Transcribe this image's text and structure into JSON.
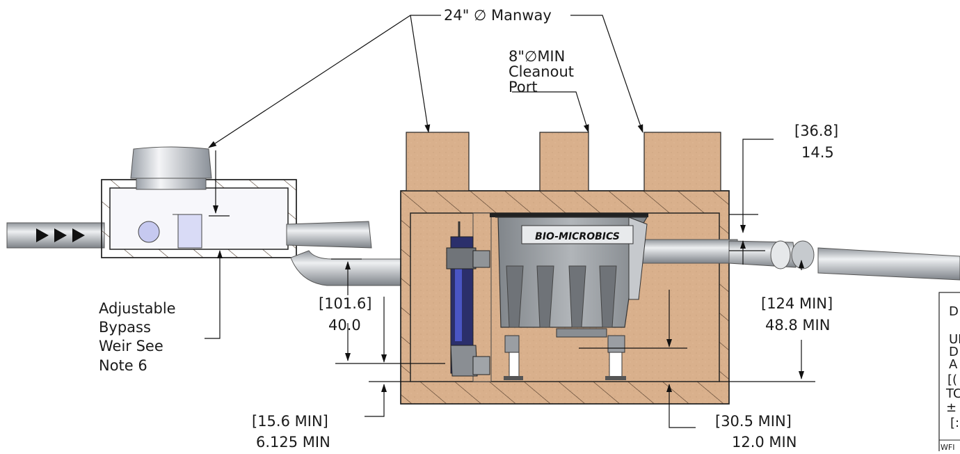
{
  "labels": {
    "manway": "24\" ∅ Manway",
    "cleanout_line1": "8\"∅MIN",
    "cleanout_line2": "Cleanout",
    "cleanout_line3": "Port",
    "bypass_line1": "Adjustable",
    "bypass_line2": "Bypass",
    "bypass_line3": "Weir See",
    "bypass_line4": "Note 6",
    "logo": "BIO-MICROBICS"
  },
  "dimensions": {
    "d1_metric": "[36.8]",
    "d1_imperial": "14.5",
    "d2_metric": "[101.6]",
    "d2_imperial": "40.0",
    "d3_metric": "[124 MIN]",
    "d3_imperial": "48.8 MIN",
    "d4_metric": "[15.6 MIN]",
    "d4_imperial": "6.125 MIN",
    "d5_metric": "[30.5 MIN]",
    "d5_imperial": "12.0 MIN"
  },
  "notes_box": {
    "lines": [
      "D",
      "",
      "UI",
      "D",
      "A",
      "[(",
      "TC",
      "±",
      "[:"
    ],
    "footer": "WFI"
  },
  "colors": {
    "concrete": "#d9b08c",
    "pipe": "#b8bcc2",
    "unit": "#9a9ea3",
    "hatch": "#5a4030"
  }
}
